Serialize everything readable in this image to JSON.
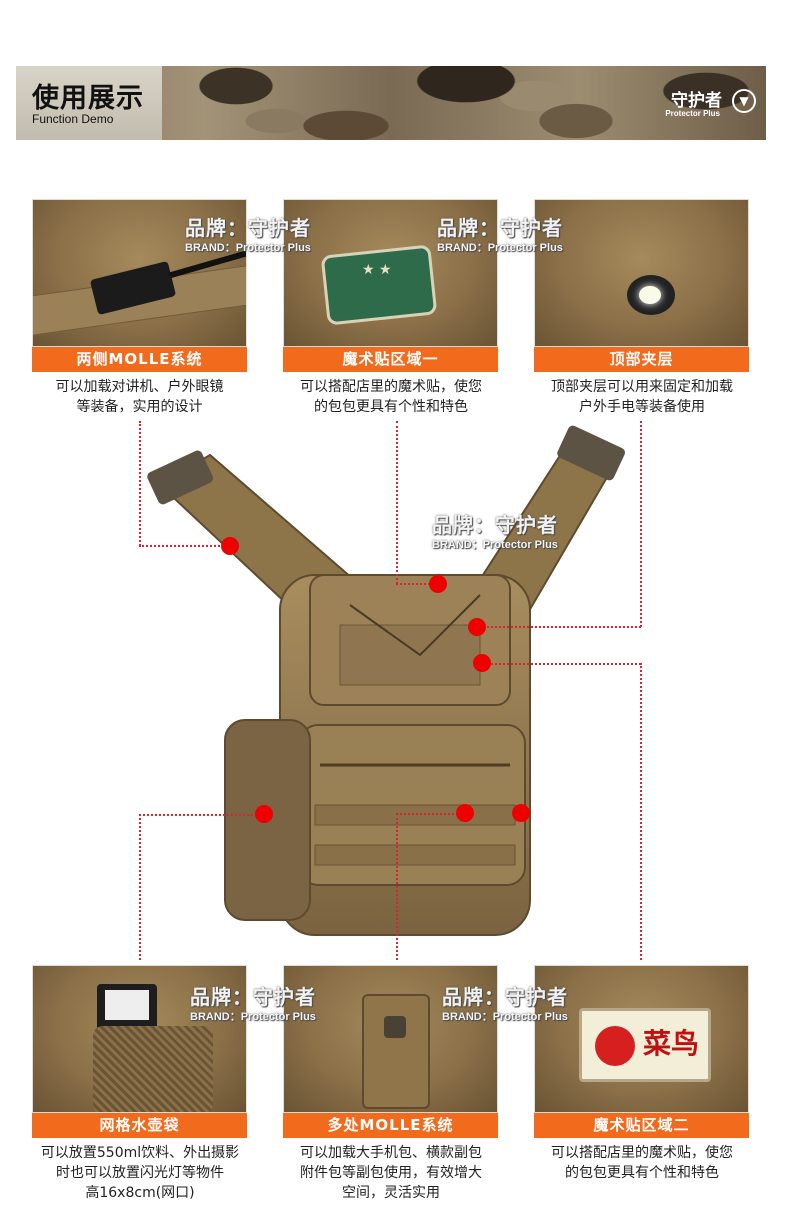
{
  "header": {
    "title": "使用展示",
    "subtitle": "Function Demo",
    "brand": "守护者",
    "brand_sub": "Protector Plus",
    "arrow_icon": "chevron-down-circle-icon"
  },
  "watermark": {
    "big": "品牌：守护者",
    "small": "BRAND：Protector Plus"
  },
  "features": [
    {
      "label": "两侧MOLLE系统",
      "desc": [
        "可以加载对讲机、户外眼镜",
        "等装备，实用的设计"
      ]
    },
    {
      "label": "魔术贴区域一",
      "desc": [
        "可以搭配店里的魔术贴，使您",
        "的包包更具有个性和特色"
      ]
    },
    {
      "label": "顶部夹层",
      "desc": [
        "顶部夹层可以用来固定和加载",
        "户外手电等装备使用"
      ]
    },
    {
      "label": "网格水壶袋",
      "desc": [
        "可以放置550ml饮料、外出摄影",
        "时也可以放置闪光灯等物件",
        "高16x8cm(网口)"
      ]
    },
    {
      "label": "多处MOLLE系统",
      "desc": [
        "可以加载大手机包、横款副包",
        "附件包等副包使用，有效增大",
        "空间，灵活实用"
      ]
    },
    {
      "label": "魔术贴区域二",
      "desc": [
        "可以搭配店里的魔术贴，使您",
        "的包包更具有个性和特色"
      ]
    }
  ],
  "patch_text": "菜鸟",
  "colors": {
    "accent": "#f26b1d",
    "dot": "#e00000",
    "bag": "#8b7048"
  }
}
